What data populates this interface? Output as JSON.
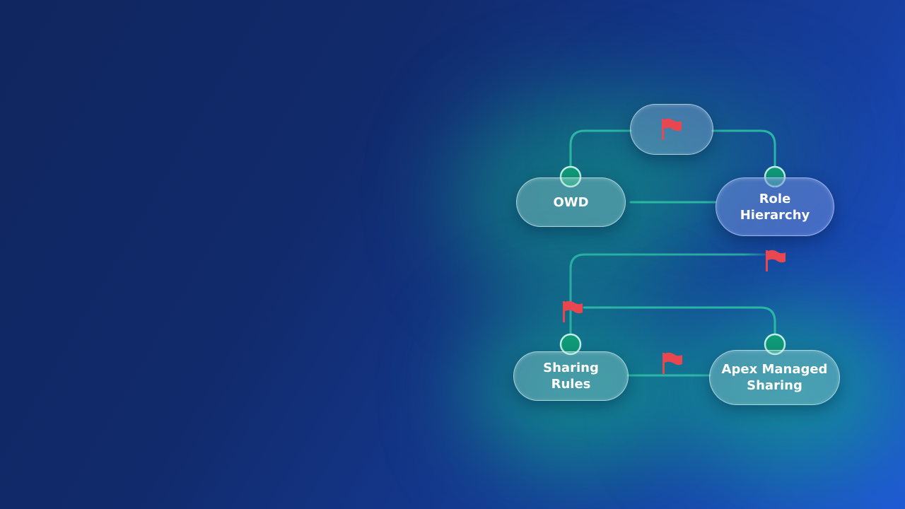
{
  "diagram": {
    "nodes": {
      "top": {
        "label": ""
      },
      "owd": {
        "label": "OWD"
      },
      "role_hierarchy": {
        "label": "Role\nHierarchy"
      },
      "sharing_rules": {
        "label": "Sharing\nRules"
      },
      "apex_managed_sharing": {
        "label": "Apex Managed\nSharing"
      }
    },
    "colors": {
      "connector": "#2fc4a8",
      "dot": "#0f9a78",
      "flag": "#e8474f"
    },
    "icons": {
      "flag": "flag-icon"
    }
  }
}
